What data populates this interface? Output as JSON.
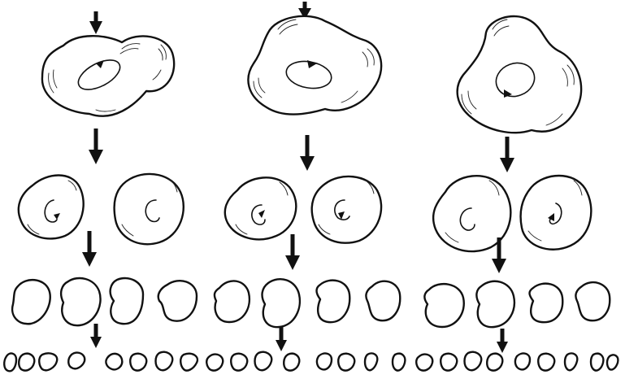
{
  "figure": {
    "kind": "energy-cascade-illustration",
    "columns": 3,
    "levels": [
      "large-eddy",
      "medium-eddies",
      "small-eddies",
      "smallest-eddies"
    ],
    "stroke_color": "#111111",
    "background": "#ffffff",
    "arrow_icon": "down-arrow-icon"
  }
}
